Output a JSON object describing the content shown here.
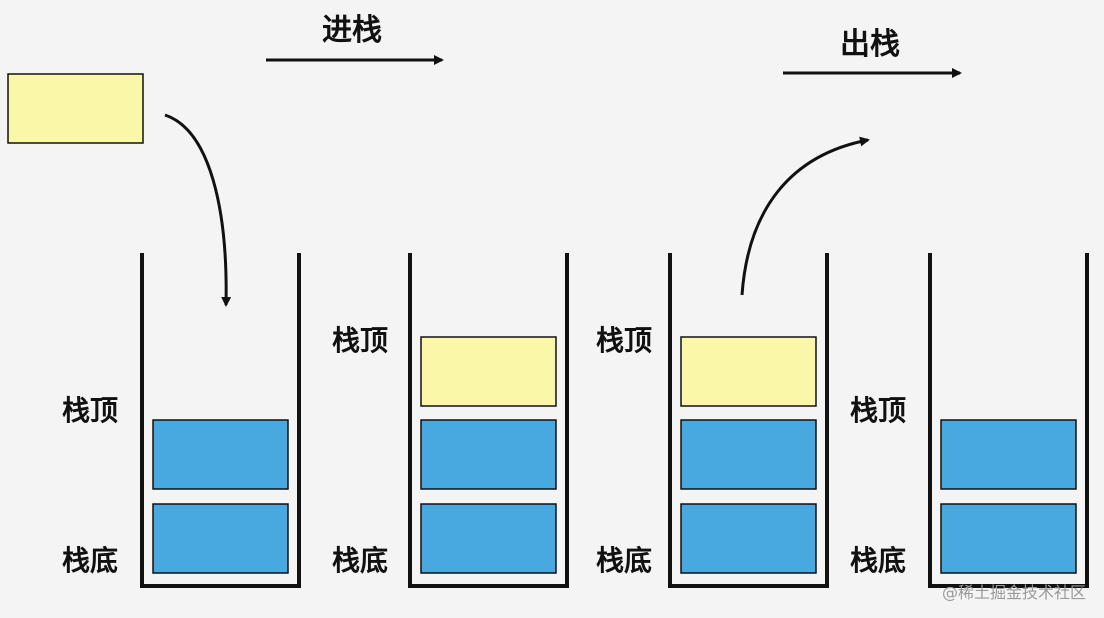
{
  "colors": {
    "background": "#f4f4f4",
    "new_block": "#fbf7a9",
    "stack_block": "#47a9e0",
    "outline": "#111111",
    "watermark": "#9a9a9a"
  },
  "push_label": "进栈",
  "pop_label": "出栈",
  "stacks": [
    {
      "top_label": "栈顶",
      "bottom_label": "栈底",
      "blocks": [
        "blue",
        "blue"
      ]
    },
    {
      "top_label": "栈顶",
      "bottom_label": "栈底",
      "blocks": [
        "blue",
        "blue",
        "yellow"
      ]
    },
    {
      "top_label": "栈顶",
      "bottom_label": "栈底",
      "blocks": [
        "blue",
        "blue",
        "yellow"
      ]
    },
    {
      "top_label": "栈顶",
      "bottom_label": "栈底",
      "blocks": [
        "blue",
        "blue"
      ]
    }
  ],
  "watermark": "@稀土掘金技术社区"
}
